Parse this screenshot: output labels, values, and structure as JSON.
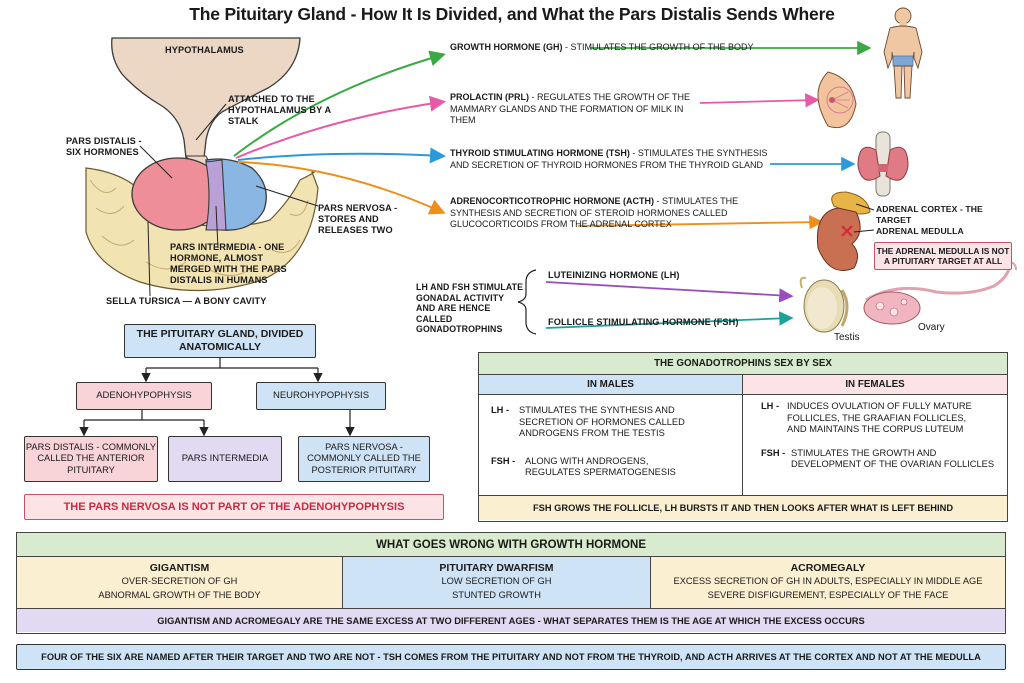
{
  "title": "The Pituitary Gland - How It Is Divided, and What the Pars Distalis Sends Where",
  "anatomy": {
    "hypothalamus": "HYPOTHALAMUS",
    "stalk": "ATTACHED TO THE HYPOTHALAMUS BY A STALK",
    "pars_distalis": "PARS DISTALIS - SIX HORMONES",
    "pars_nervosa": "PARS NERVOSA - STORES AND RELEASES TWO",
    "pars_intermedia": "PARS INTERMEDIA - ONE HORMONE, ALMOST MERGED WITH THE PARS DISTALIS IN HUMANS",
    "sella": "SELLA TURSICA — A BONY CAVITY"
  },
  "hormones": [
    {
      "name": "GROWTH HORMONE (GH)",
      "desc": " - STIMULATES THE GROWTH OF THE BODY",
      "color": "#3aa843"
    },
    {
      "name": "PROLACTIN (PRL)",
      "desc": " - REGULATES THE GROWTH OF THE MAMMARY GLANDS AND THE FORMATION OF MILK IN THEM",
      "color": "#e65aa8"
    },
    {
      "name": "THYROID STIMULATING HORMONE (TSH)",
      "desc": " - STIMULATES THE SYNTHESIS AND SECRETION OF THYROID HORMONES FROM THE THYROID GLAND",
      "color": "#2c9ad9"
    },
    {
      "name": "ADRENOCORTICOTROPHIC HORMONE (ACTH)",
      "desc": " - STIMULATES THE SYNTHESIS AND SECRETION OF STEROID HORMONES CALLED GLUCOCORTICOIDS FROM THE ADRENAL CORTEX",
      "color": "#ef8f1a"
    }
  ],
  "adrenal": {
    "cortex": "ADRENAL CORTEX - THE TARGET",
    "medulla": "ADRENAL MEDULLA",
    "note": "THE ADRENAL MEDULLA IS NOT A PITUITARY TARGET AT ALL"
  },
  "gonado": {
    "brace_text": "LH AND FSH STIMULATE GONADAL ACTIVITY AND ARE HENCE CALLED GONADOTROPHINS",
    "lh": "LUTEINIZING HORMONE (LH)",
    "fsh": "FOLLICLE STIMULATING HORMONE (FSH)",
    "testis": "Testis",
    "ovary": "Ovary",
    "lh_color": "#9a4dbd",
    "fsh_color": "#1aa39a"
  },
  "division": {
    "root": "THE PITUITARY GLAND, DIVIDED ANATOMICALLY",
    "adeno": "ADENOHYPOPHYSIS",
    "neuro": "NEUROHYPOPHYSIS",
    "distalis": "PARS DISTALIS - COMMONLY CALLED THE ANTERIOR PITUITARY",
    "intermedia": "PARS INTERMEDIA",
    "nervosa": "PARS NERVOSA - COMMONLY CALLED THE POSTERIOR PITUITARY",
    "note": "THE PARS NERVOSA IS NOT PART OF THE ADENOHYPOPHYSIS"
  },
  "sexes": {
    "title": "THE GONADOTROPHINS SEX BY SEX",
    "males": "IN MALES",
    "females": "IN FEMALES",
    "m_lh_tag": "LH -",
    "m_lh": "STIMULATES THE SYNTHESIS AND SECRETION OF HORMONES CALLED ANDROGENS FROM THE TESTIS",
    "m_fsh_tag": "FSH -",
    "m_fsh": "ALONG WITH ANDROGENS, REGULATES SPERMATOGENESIS",
    "f_lh_tag": "LH -",
    "f_lh": "INDUCES OVULATION OF FULLY MATURE FOLLICLES, THE GRAAFIAN FOLLICLES, AND MAINTAINS THE CORPUS LUTEUM",
    "f_fsh_tag": "FSH -",
    "f_fsh": "STIMULATES THE GROWTH AND DEVELOPMENT OF THE OVARIAN FOLLICLES",
    "footer": "FSH GROWS THE FOLLICLE, LH BURSTS IT AND THEN LOOKS AFTER WHAT IS LEFT BEHIND"
  },
  "gh": {
    "title": "WHAT GOES WRONG WITH GROWTH HORMONE",
    "gig_t": "GIGANTISM",
    "gig_1": "OVER-SECRETION OF GH",
    "gig_2": "ABNORMAL GROWTH OF THE BODY",
    "dwa_t": "PITUITARY DWARFISM",
    "dwa_1": "LOW SECRETION OF GH",
    "dwa_2": "STUNTED GROWTH",
    "acr_t": "ACROMEGALY",
    "acr_1": "EXCESS SECRETION OF GH IN ADULTS, ESPECIALLY IN MIDDLE AGE",
    "acr_2": "SEVERE DISFIGUREMENT, ESPECIALLY OF THE FACE",
    "footer": "GIGANTISM AND ACROMEGALY ARE THE SAME EXCESS AT TWO DIFFERENT AGES - WHAT SEPARATES THEM IS THE AGE AT WHICH THE EXCESS OCCURS"
  },
  "bottom_note": "FOUR OF THE SIX ARE NAMED AFTER THEIR TARGET AND TWO ARE NOT - TSH COMES FROM THE PITUITARY AND NOT FROM THE THYROID, AND ACTH ARRIVES AT THE CORTEX AND NOT AT THE MEDULLA"
}
